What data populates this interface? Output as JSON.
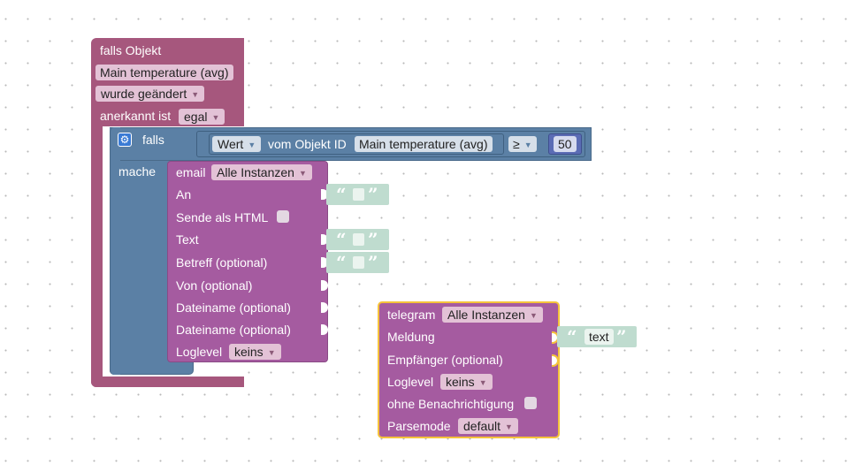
{
  "trigger": {
    "title": "falls Objekt",
    "object_value": "Main temperature (avg)",
    "event_dropdown": "wurde geändert",
    "ack_label": "anerkannt ist",
    "ack_dropdown": "egal"
  },
  "if_block": {
    "if_label": "falls",
    "do_label": "mache",
    "value_dropdown": "Wert",
    "from_object_label": "vom Objekt ID",
    "object_id": "Main temperature (avg)",
    "operator": "≥",
    "number": "50"
  },
  "email_block": {
    "title": "email",
    "instance_dropdown": "Alle Instanzen",
    "to_label": "An",
    "html_label": "Sende als HTML",
    "text_label": "Text",
    "subject_label": "Betreff (optional)",
    "from_label": "Von (optional)",
    "file1_label": "Dateiname (optional)",
    "file2_label": "Dateiname (optional)",
    "loglevel_label": "Loglevel",
    "loglevel_dropdown": "keins"
  },
  "telegram_block": {
    "title": "telegram",
    "instance_dropdown": "Alle Instanzen",
    "message_label": "Meldung",
    "message_text": "text",
    "recipient_label": "Empfänger (optional)",
    "loglevel_label": "Loglevel",
    "loglevel_dropdown": "keins",
    "silent_label": "ohne Benachrichtigung",
    "parsemode_label": "Parsemode",
    "parsemode_dropdown": "default"
  },
  "colors": {
    "trigger": "#a6577d",
    "if_block": "#5b80a5",
    "email": "#a55ba0",
    "text_input": "#bfdccf",
    "selected_outline": "#f5c33b"
  },
  "icons": {
    "gear": "gear-icon",
    "dropdown_arrow": "▾",
    "quote_open": "“",
    "quote_close": "”"
  }
}
